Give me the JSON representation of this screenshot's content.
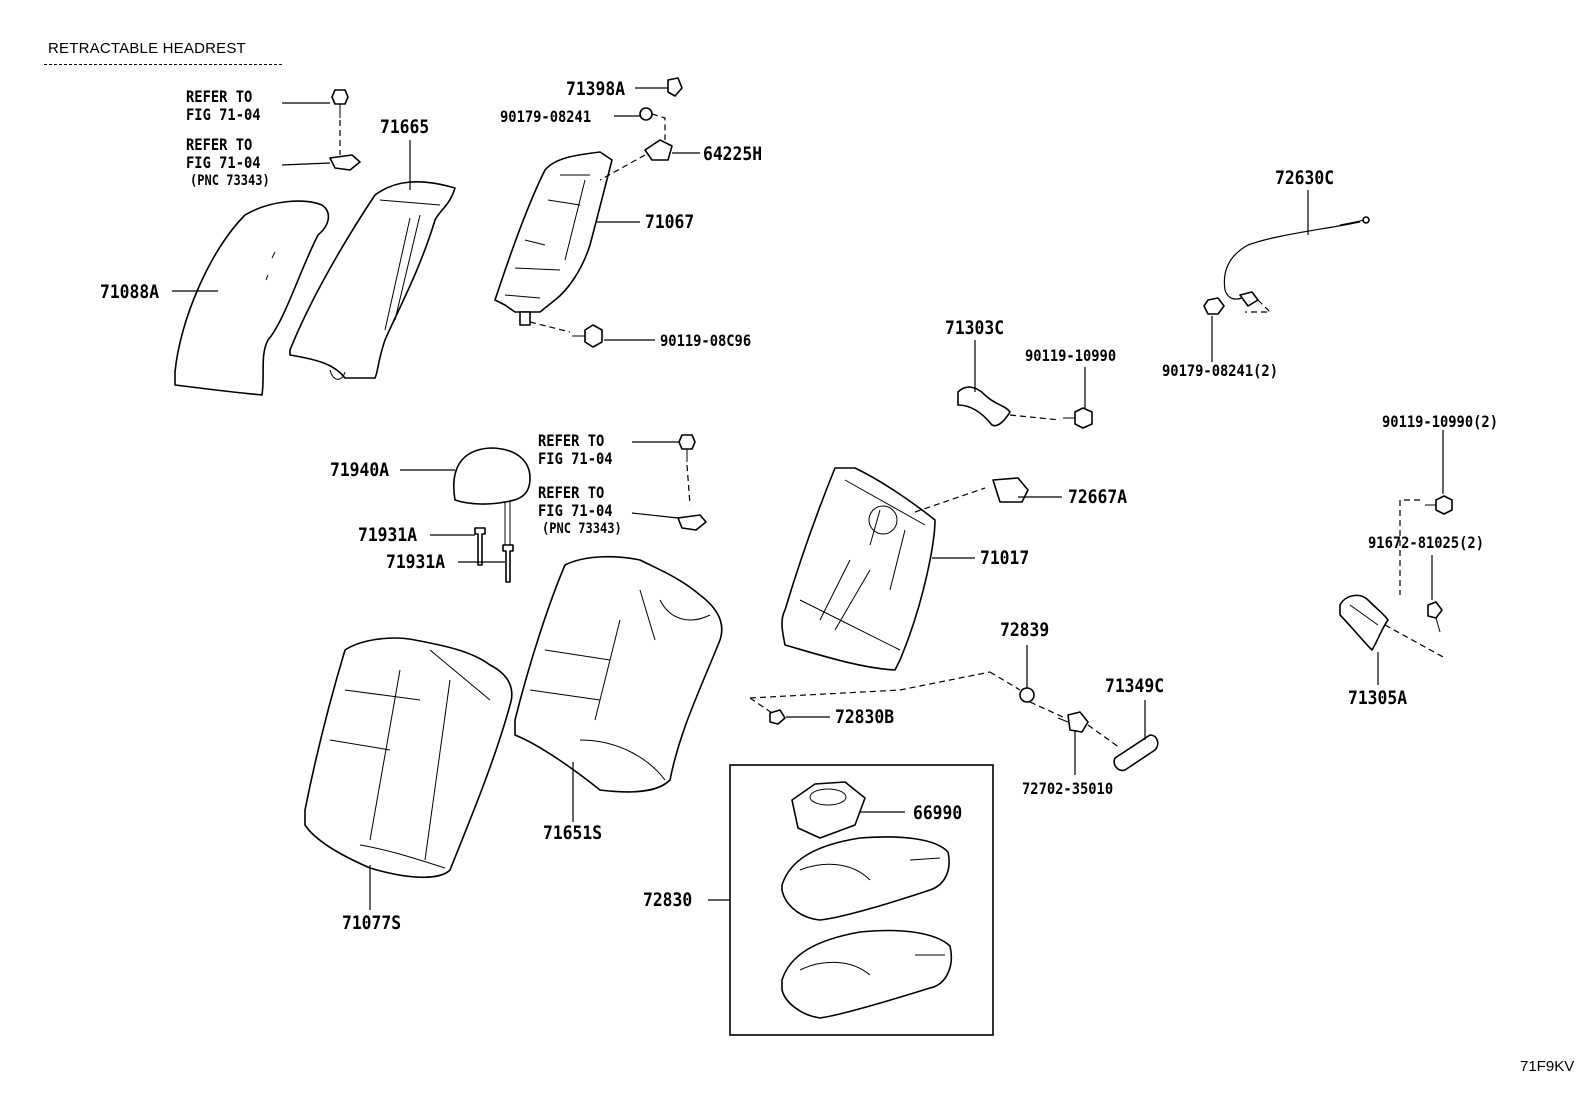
{
  "header": {
    "title": "RETRACTABLE HEADREST"
  },
  "figure_id": "71F9KV",
  "labels": {
    "refer_a1": "REFER TO",
    "fig_a1": "FIG 71-04",
    "refer_a2": "REFER TO",
    "fig_a2": "FIG 71-04",
    "pnc_a2": "(PNC 73343)",
    "refer_b1": "REFER TO",
    "fig_b1": "FIG 71-04",
    "refer_b2": "REFER TO",
    "fig_b2": "FIG 71-04",
    "pnc_b2": "(PNC 73343)",
    "p71665": "71665",
    "p71088A": "71088A",
    "p71398A": "71398A",
    "p90179_08241": "90179-08241",
    "p64225H": "64225H",
    "p71067": "71067",
    "p90119_08C96": "90119-08C96",
    "p72630C": "72630C",
    "p90179_08241_2": "90179-08241(2)",
    "p71303C": "71303C",
    "p90119_10990": "90119-10990",
    "p90119_10990_2": "90119-10990(2)",
    "p71940A": "71940A",
    "p71931A_1": "71931A",
    "p71931A_2": "71931A",
    "p72667A": "72667A",
    "p71017": "71017",
    "p91672_81025_2": "91672-81025(2)",
    "p72839": "72839",
    "p71349C": "71349C",
    "p72830B": "72830B",
    "p72702_35010": "72702-35010",
    "p71305A": "71305A",
    "p66990": "66990",
    "p72830": "72830",
    "p71651S": "71651S",
    "p71077S": "71077S"
  }
}
